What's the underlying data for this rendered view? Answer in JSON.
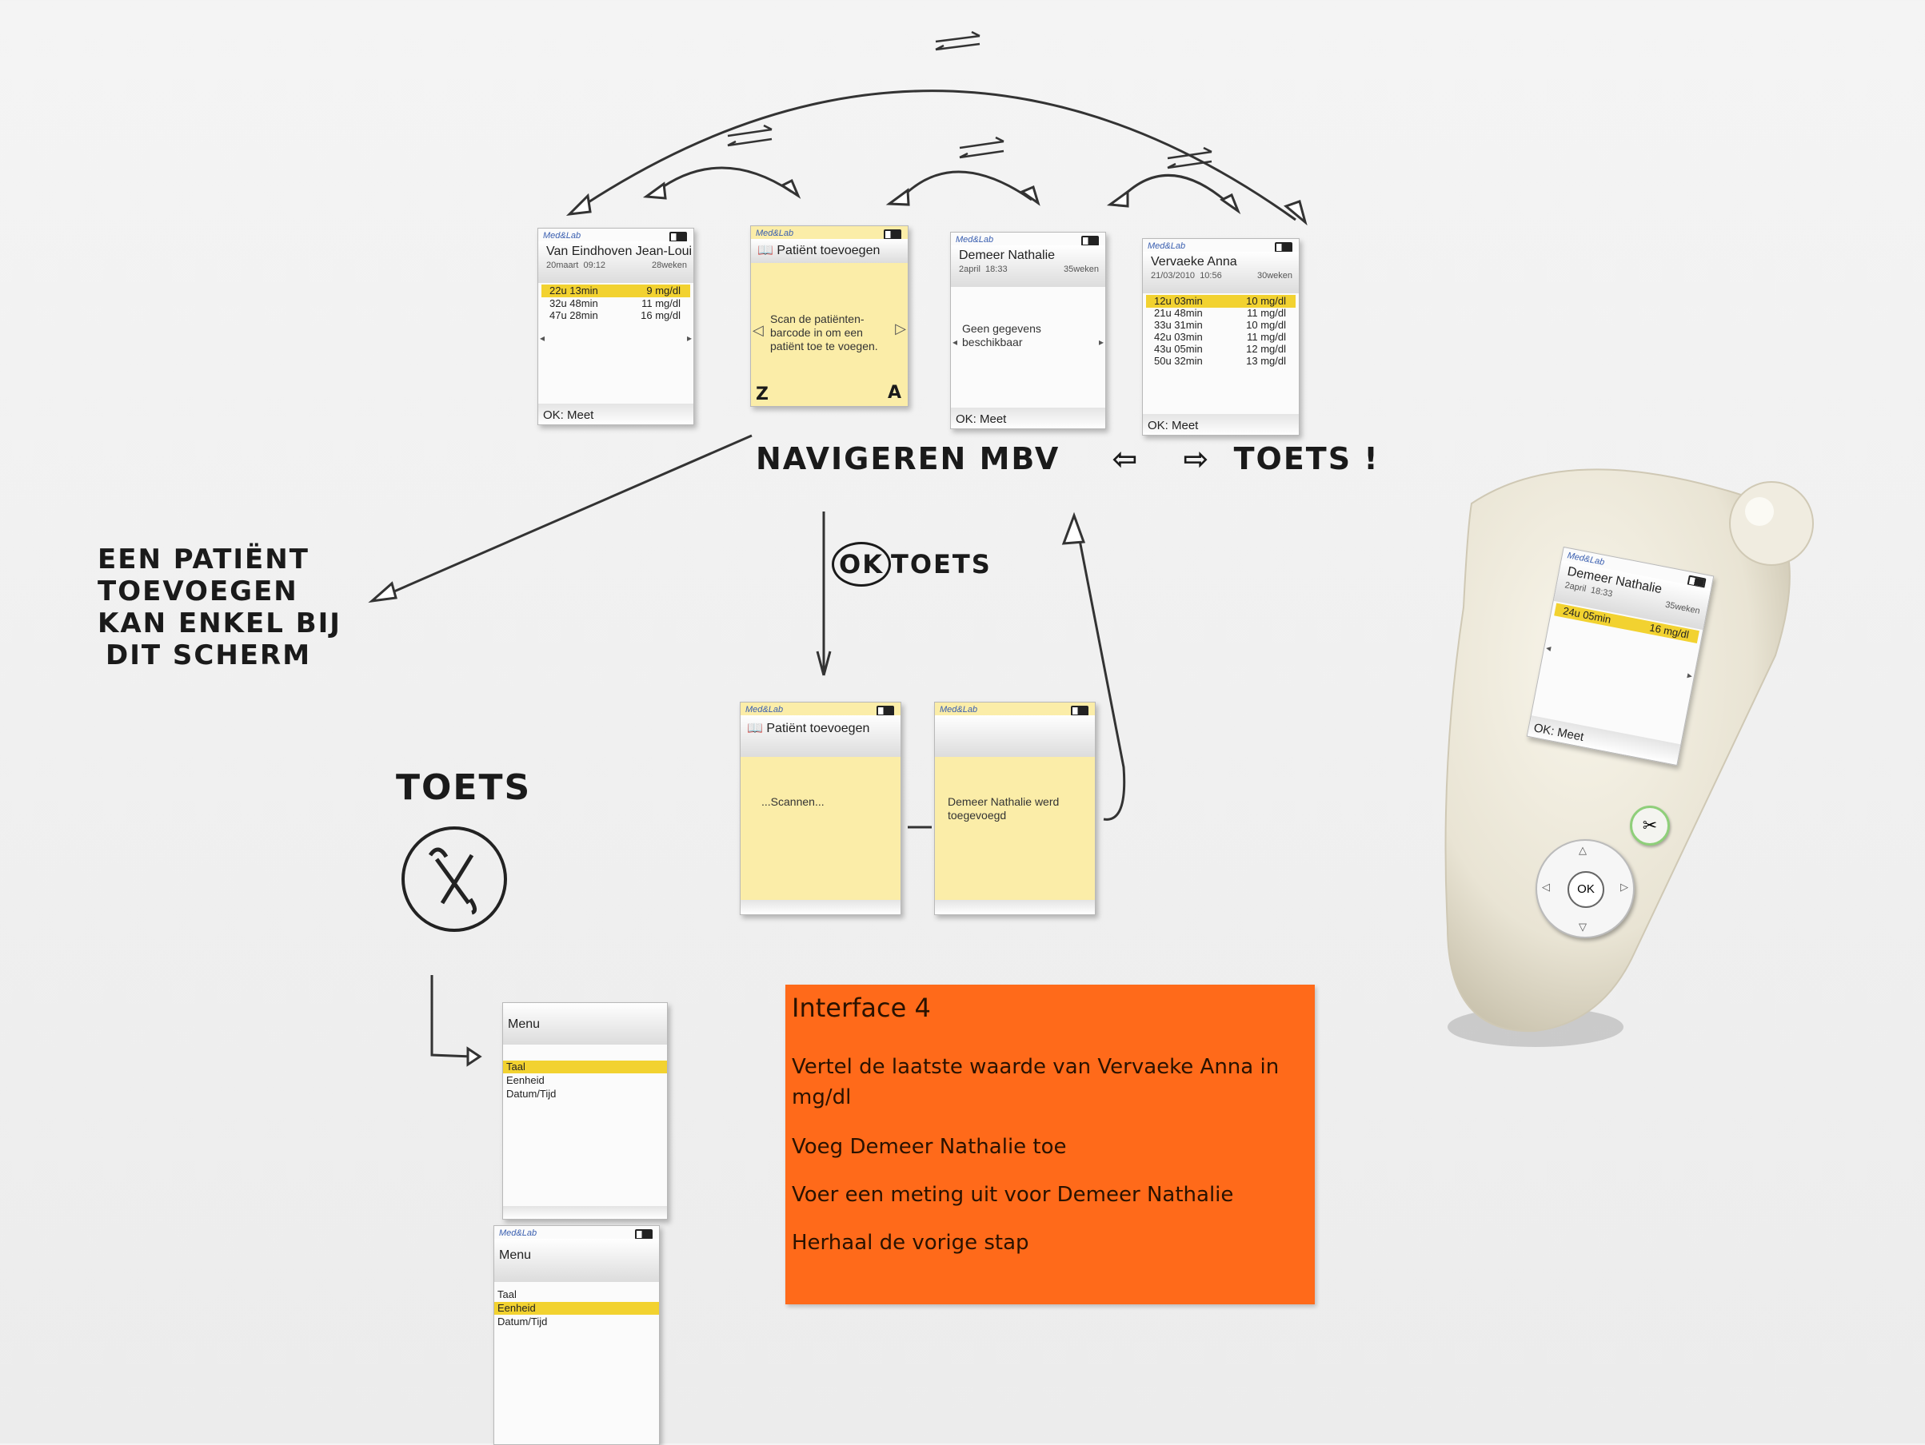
{
  "screens": {
    "s1": {
      "logo": "Med&Lab",
      "title": "Van Eindhoven Jean-Loui",
      "date": "20maart",
      "time": "09:12",
      "weeks": "28weken",
      "rows": [
        {
          "t": "22u 13min",
          "v": "9 mg/dl"
        },
        {
          "t": "32u 48min",
          "v": "11 mg/dl"
        },
        {
          "t": "47u 28min",
          "v": "16 mg/dl"
        }
      ],
      "footer": "OK: Meet"
    },
    "s2": {
      "logo": "Med&Lab",
      "title": "Patiënt toevoegen",
      "body": "Scan de patiënten-\nbarcode in om een\npatiënt toe te voegen.",
      "z": "Z",
      "a": "A"
    },
    "s3": {
      "logo": "Med&Lab",
      "title": "Demeer Nathalie",
      "date": "2april",
      "time": "18:33",
      "weeks": "35weken",
      "body": "Geen gegevens\nbeschikbaar",
      "footer": "OK: Meet"
    },
    "s4": {
      "logo": "Med&Lab",
      "title": "Vervaeke Anna",
      "date": "21/03/2010",
      "time": "10:56",
      "weeks": "30weken",
      "rows": [
        {
          "t": "12u 03min",
          "v": "10 mg/dl"
        },
        {
          "t": "21u 48min",
          "v": "11 mg/dl"
        },
        {
          "t": "33u 31min",
          "v": "10 mg/dl"
        },
        {
          "t": "42u 03min",
          "v": "11 mg/dl"
        },
        {
          "t": "43u 05min",
          "v": "12 mg/dl"
        },
        {
          "t": "50u 32min",
          "v": "13 mg/dl"
        }
      ],
      "footer": "OK: Meet"
    },
    "s5": {
      "logo": "Med&Lab",
      "title": "Patiënt toevoegen",
      "body": "...Scannen..."
    },
    "s6": {
      "logo": "Med&Lab",
      "body": "Demeer Nathalie werd\ntoegevoegd"
    },
    "m1": {
      "title": "Menu",
      "items": [
        "Taal",
        "Eenheid",
        "Datum/Tijd"
      ],
      "selected": 0
    },
    "m2": {
      "logo": "Med&Lab",
      "title": "Menu",
      "items": [
        "Taal",
        "Eenheid",
        "Datum/Tijd"
      ],
      "selected": 1
    },
    "device": {
      "logo": "Med&Lab",
      "title": "Demeer Nathalie",
      "date": "2april",
      "time": "18:33",
      "weeks": "35weken",
      "row": {
        "t": "24u 05min",
        "v": "16 mg/dl"
      },
      "footer": "OK: Meet",
      "ok_button": "OK"
    }
  },
  "annotations": {
    "navigate": "NAVIGEREN MBV",
    "toets_suffix": "TOETS !",
    "ok_key": "OK",
    "ok_toets": "TOETS",
    "add_note": [
      "EEN PATIËNT",
      "TOEVOEGEN",
      "KAN ENKEL BIJ",
      "DIT SCHERM"
    ],
    "toets": "TOETS"
  },
  "task_card": {
    "title": "Interface 4",
    "tasks": [
      "Vertel de laatste waarde van Vervaeke Anna in",
      "mg/dl",
      "Voeg Demeer Nathalie toe",
      "Voer een meting uit voor Demeer Nathalie",
      "Herhaal de vorige stap"
    ]
  },
  "colors": {
    "highlight": "#f2d230",
    "paper_yellow": "#fbeda8",
    "card_orange": "#ff6a1a"
  }
}
